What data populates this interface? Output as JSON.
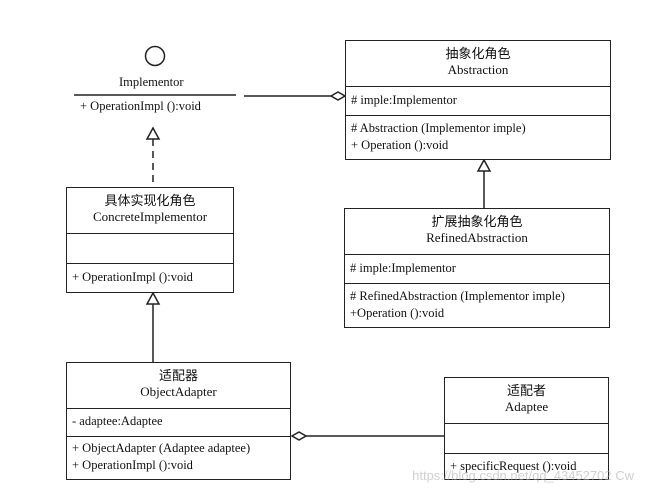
{
  "implementor": {
    "name": "Implementor",
    "ops": [
      "+ OperationImpl ():void"
    ]
  },
  "abstraction": {
    "cn": "抽象化角色",
    "name": "Abstraction",
    "attrs": [
      "# imple:Implementor"
    ],
    "ops": [
      "# Abstraction (Implementor imple)",
      "+ Operation ():void"
    ]
  },
  "concrete_implementor": {
    "cn": "具体实现化角色",
    "name": "ConcreteImplementor",
    "ops": [
      "+ OperationImpl ():void"
    ]
  },
  "refined_abstraction": {
    "cn": "扩展抽象化角色",
    "name": "RefinedAbstraction",
    "attrs": [
      "# imple:Implementor"
    ],
    "ops": [
      "# RefinedAbstraction (Implementor imple)",
      "+Operation ():void"
    ]
  },
  "object_adapter": {
    "cn": "适配器",
    "name": "ObjectAdapter",
    "attrs": [
      "- adaptee:Adaptee"
    ],
    "ops": [
      "+ ObjectAdapter (Adaptee adaptee)",
      "+ OperationImpl ():void"
    ]
  },
  "adaptee": {
    "cn": "适配者",
    "name": "Adaptee",
    "ops": [
      "+ specificRequest ():void"
    ]
  },
  "watermark": "https://blog.csdn.net/qq_43452702 Cw"
}
